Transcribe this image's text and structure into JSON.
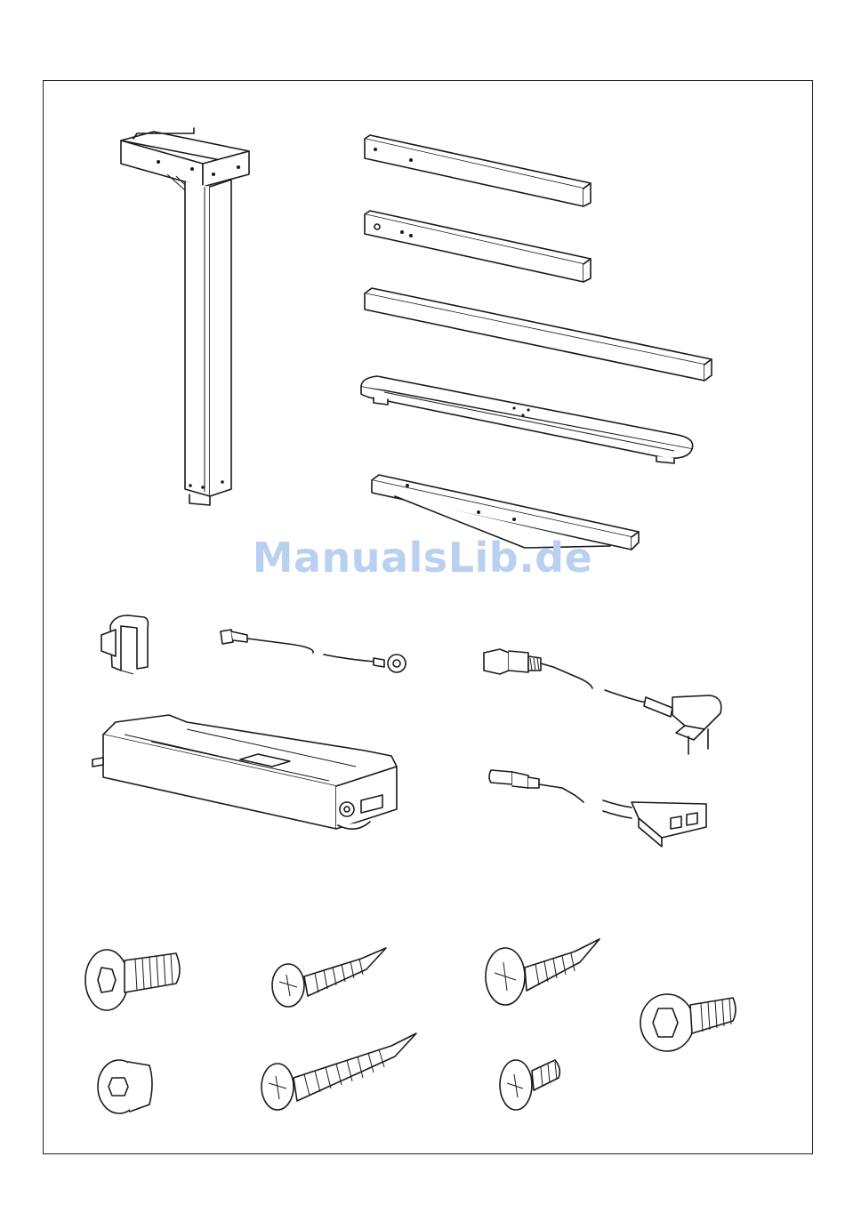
{
  "watermark": {
    "text": "ManualsLib.de",
    "color": "#b9d0f0"
  },
  "parts": [
    {
      "name": "lifting-column",
      "icon": "table-leg"
    },
    {
      "name": "side-bracket-short",
      "icon": "flat-bar"
    },
    {
      "name": "side-bracket-holes",
      "icon": "flat-bar"
    },
    {
      "name": "cross-beam",
      "icon": "long-beam"
    },
    {
      "name": "foot",
      "icon": "foot-bar"
    },
    {
      "name": "top-bracket",
      "icon": "mounting-bracket"
    },
    {
      "name": "cable-clip",
      "icon": "clip"
    },
    {
      "name": "ground-cable",
      "icon": "ring-terminal-cable"
    },
    {
      "name": "power-cord",
      "icon": "plug-cable"
    },
    {
      "name": "control-box",
      "icon": "control-unit"
    },
    {
      "name": "hand-switch",
      "icon": "switch"
    },
    {
      "name": "countersunk-hex-screw",
      "icon": "screw"
    },
    {
      "name": "wood-screw-short",
      "icon": "screw"
    },
    {
      "name": "flange-screw",
      "icon": "screw"
    },
    {
      "name": "cap-head-screw",
      "icon": "screw"
    },
    {
      "name": "set-screw",
      "icon": "screw"
    },
    {
      "name": "wood-screw-long",
      "icon": "screw"
    },
    {
      "name": "machine-screw-short",
      "icon": "screw"
    }
  ]
}
